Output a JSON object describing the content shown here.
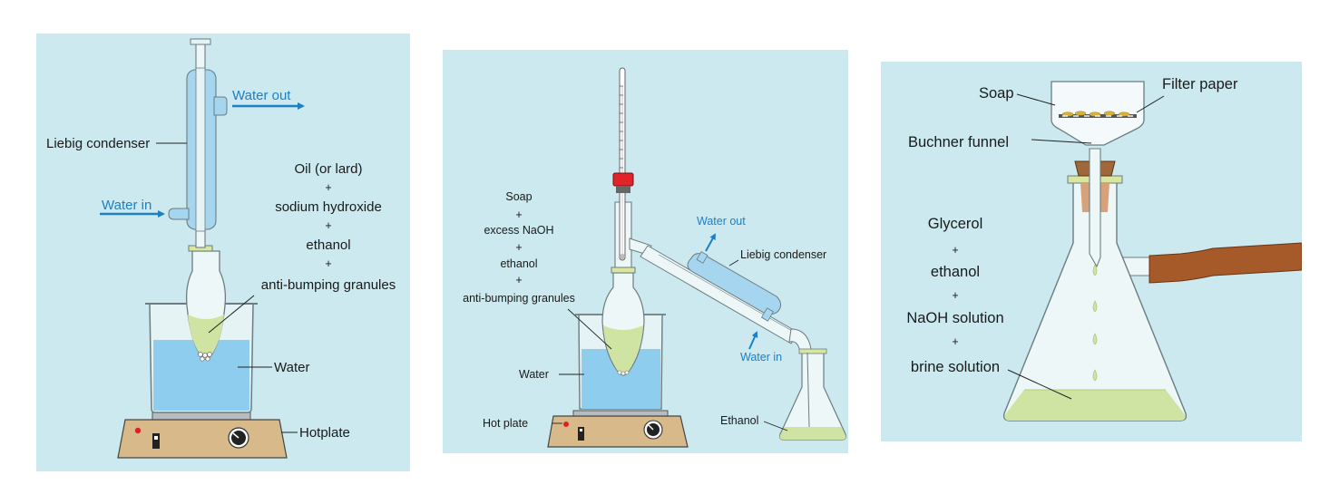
{
  "diagram1": {
    "labels": {
      "water_out": "Water out",
      "liebig_condenser": "Liebig condenser",
      "water_in": "Water in",
      "oil": "Oil (or lard)",
      "plus1": "+",
      "sodium_hydroxide": "sodium hydroxide",
      "plus2": "+",
      "ethanol": "ethanol",
      "plus3": "+",
      "anti_bumping": "anti-bumping granules",
      "water": "Water",
      "hotplate": "Hotplate"
    }
  },
  "diagram2": {
    "labels": {
      "soap": "Soap",
      "plus1": "+",
      "excess_naoh": "excess NaOH",
      "plus2": "+",
      "ethanol": "ethanol",
      "plus3": "+",
      "anti_bumping": "anti-bumping granules",
      "water": "Water",
      "hot_plate": "Hot plate",
      "water_out": "Water out",
      "liebig_condenser": "Liebig condenser",
      "water_in": "Water in",
      "ethanol_product": "Ethanol"
    }
  },
  "diagram3": {
    "labels": {
      "soap": "Soap",
      "filter_paper": "Filter paper",
      "buchner_funnel": "Buchner funnel",
      "glycerol": "Glycerol",
      "plus1": "+",
      "ethanol": "ethanol",
      "plus2": "+",
      "naoh_solution": "NaOH solution",
      "plus3": "+",
      "brine_solution": "brine solution"
    }
  },
  "colors": {
    "panel_background": "#cbe9ef",
    "arrow_blue": "#1d7fc4",
    "glass": "#e6f3f5",
    "coolant_water": "#a6d5ef",
    "bath_water": "#8fcdee",
    "reaction_mixture": "#cfe3a2",
    "hotplate_body": "#d7b98a",
    "stopper_cork": "#a0673a",
    "rubber_tubing": "#a65a2a"
  }
}
